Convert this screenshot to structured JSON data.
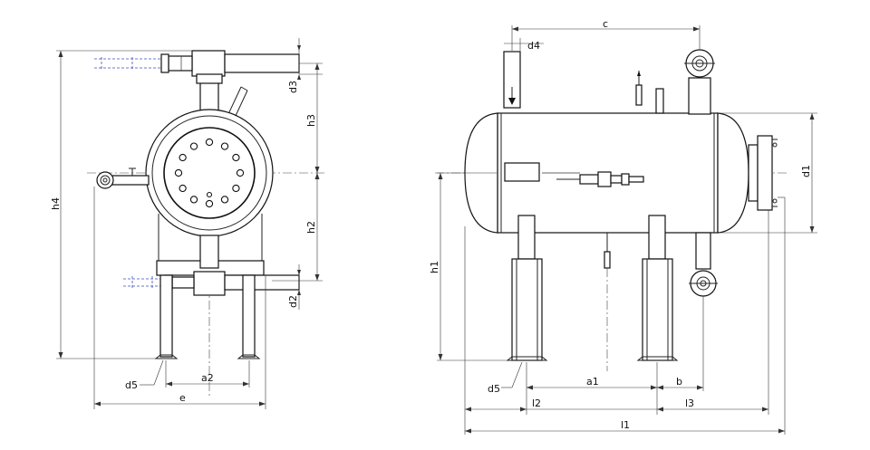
{
  "labels": {
    "c": "c",
    "d4": "d4",
    "d3": "d3",
    "h3": "h3",
    "h4": "h4",
    "h2": "h2",
    "d2": "d2",
    "h1": "h1",
    "d1": "d1",
    "d5_left": "d5",
    "d5_right": "d5",
    "a2": "a2",
    "e": "e",
    "a1": "a1",
    "b": "b",
    "l2": "l2",
    "l3": "l3",
    "l1": "l1"
  },
  "colors": {
    "line": "#111111",
    "hidden_pipe": "#3a4fc0"
  }
}
